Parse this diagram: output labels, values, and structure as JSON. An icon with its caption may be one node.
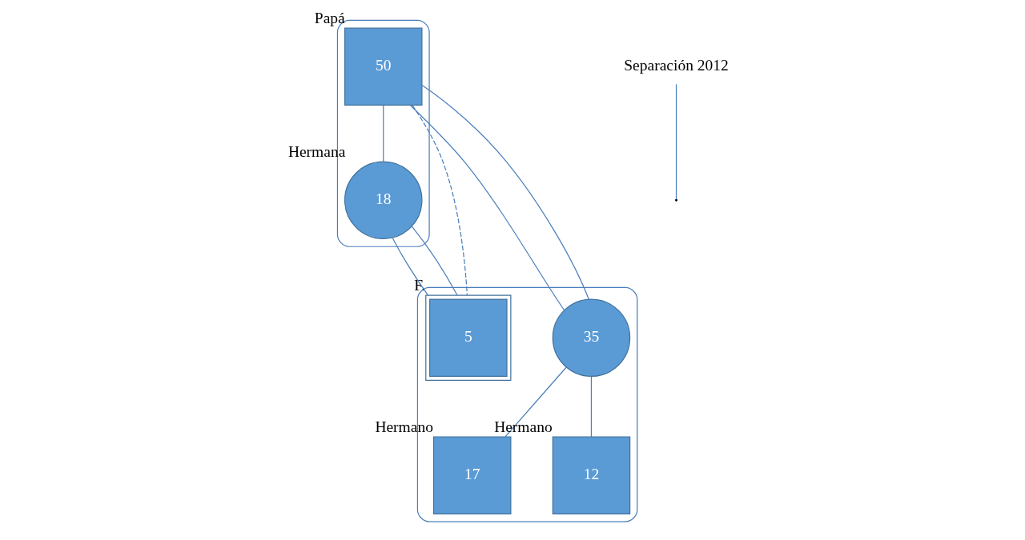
{
  "diagram": {
    "nodes": [
      {
        "text": [],
        "shape": "ellipse"
      },
      {
        "text": [
          "50"
        ],
        "in": 0,
        "beside": [
          "Papá"
        ]
      },
      {
        "text": [
          "18"
        ],
        "in": 0,
        "beside": [
          "Hermana"
        ]
      },
      {
        "text": [],
        "shape": "ellipse"
      },
      {
        "text": [
          "35"
        ],
        "in": 3
      },
      {
        "text": [
          "5"
        ],
        "in": 3,
        "beside": [
          "F."
        ]
      },
      {
        "text": [
          "17"
        ],
        "in": 3,
        "beside": [
          "Hermano"
        ]
      },
      {
        "text": [
          "12"
        ],
        "in": 3,
        "beside": [
          "Hermano"
        ]
      },
      {
        "text": [
          "Separación 2012"
        ]
      }
    ],
    "edges": [
      {
        "from": 1,
        "to": 4,
        "arrow": "none"
      },
      {
        "from": 1,
        "to": 4,
        "arrow": "none"
      },
      {
        "from": 1,
        "to": 5,
        "arrow": "none",
        "style": "dashed"
      },
      {
        "from": 1,
        "to": 2,
        "arrow": "none"
      },
      {
        "from": 4,
        "to": 6,
        "arrow": "none"
      },
      {
        "from": 4,
        "to": 7,
        "arrow": "none"
      },
      {
        "from": 2,
        "to": 5,
        "arrow": "none"
      },
      {
        "from": 2,
        "to": 5,
        "arrow": "none"
      },
      {
        "from": 8,
        "to": null,
        "arrow": "none"
      }
    ]
  }
}
